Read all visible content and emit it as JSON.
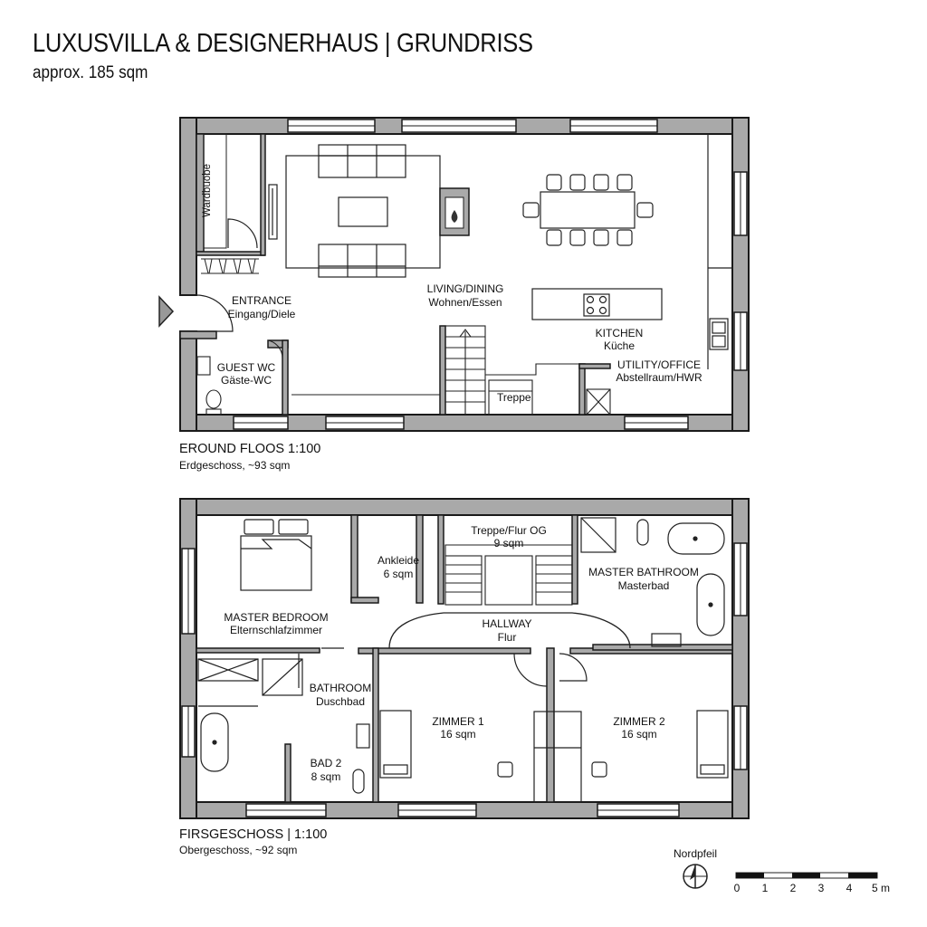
{
  "header": {
    "title": "LUXUSVILLA & DESIGNERHAUS | GRUNDRISS",
    "subtitle": "approx. 185 sqm"
  },
  "ground_floor": {
    "caption": "EROUND FLOOS  1:100",
    "caption_sub": "Erdgeschoss, ~93 sqm",
    "rooms": {
      "wardrobe": "Wardbuobe",
      "entrance": "ENTRANCE",
      "entrance_de": "Eingang/Diele",
      "living": "LIVING/DINING",
      "living_de": "Wohnen/Essen",
      "kitchen": "KITCHEN",
      "kitchen_de": "Küche",
      "guest_wc": "GUEST WC",
      "guest_wc_de": "Gäste-WC",
      "stairs": "Treppe",
      "utility": "UTILITY/OFFICE",
      "utility_de": "Abstellraum/HWR"
    }
  },
  "first_floor": {
    "caption": "FIRSGESCHOSS | 1:100",
    "caption_sub": "Obergeschoss, ~92 sqm",
    "rooms": {
      "master_bedroom": "MASTER BEDROOM",
      "master_bedroom_de": "Elternschlafzimmer",
      "dressing": "Ankleide",
      "dressing_area": "6 sqm",
      "stair_hall": "Treppe/Flur OG",
      "stair_hall_area": "9 sqm",
      "master_bath": "MASTER BATHROOM",
      "master_bath_de": "Masterbad",
      "hallway": "HALLWAY",
      "hallway_de": "Flur",
      "bathroom": "BATHROOM",
      "bathroom_de": "Duschbad",
      "room1": "ZIMMER 1",
      "room1_area": "16 sqm",
      "room2": "ZIMMER 2",
      "room2_area": "16 sqm",
      "bath2": "BAD 2",
      "bath2_area": "8 sqm"
    }
  },
  "legend": {
    "north_label": "Nordpfeil",
    "scale_ticks": [
      "0",
      "1",
      "2",
      "3",
      "4",
      "5 m"
    ]
  },
  "colors": {
    "wall_fill": "#a9a9a9",
    "wall_stroke": "#1a1a1a",
    "line": "#222222"
  }
}
